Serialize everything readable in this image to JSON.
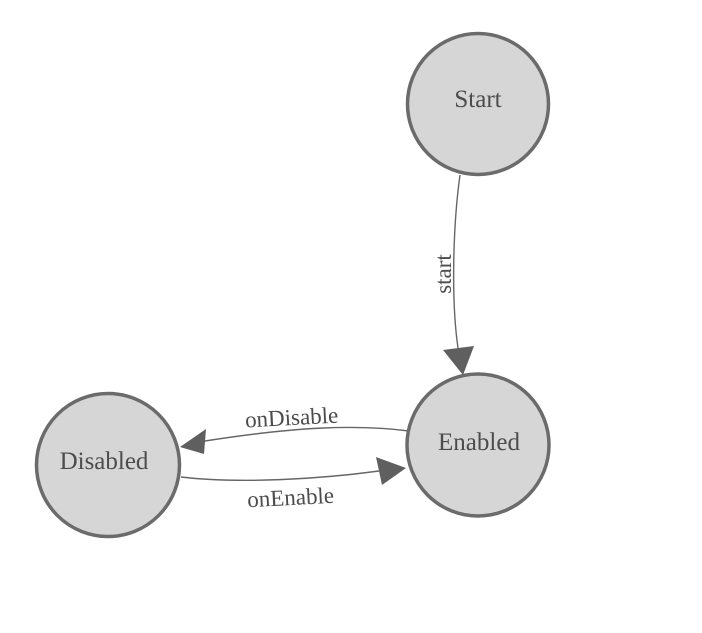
{
  "diagram": {
    "type": "state-machine",
    "nodes": [
      {
        "id": "start",
        "label": "Start"
      },
      {
        "id": "enabled",
        "label": "Enabled"
      },
      {
        "id": "disabled",
        "label": "Disabled"
      }
    ],
    "edges": [
      {
        "id": "start-to-enabled",
        "from": "Start",
        "to": "Enabled",
        "label": "start"
      },
      {
        "id": "enabled-to-disabled",
        "from": "Enabled",
        "to": "Disabled",
        "label": "onDisable"
      },
      {
        "id": "disabled-to-enabled",
        "from": "Disabled",
        "to": "Enabled",
        "label": "onEnable"
      }
    ],
    "colors": {
      "background": "#ffffff",
      "node_fill": "#d6d6d6",
      "node_stroke": "#6b6b6b",
      "edge_stroke": "#666666",
      "arrow_fill": "#5f5f5f",
      "label_text": "#4c4c4c"
    }
  }
}
